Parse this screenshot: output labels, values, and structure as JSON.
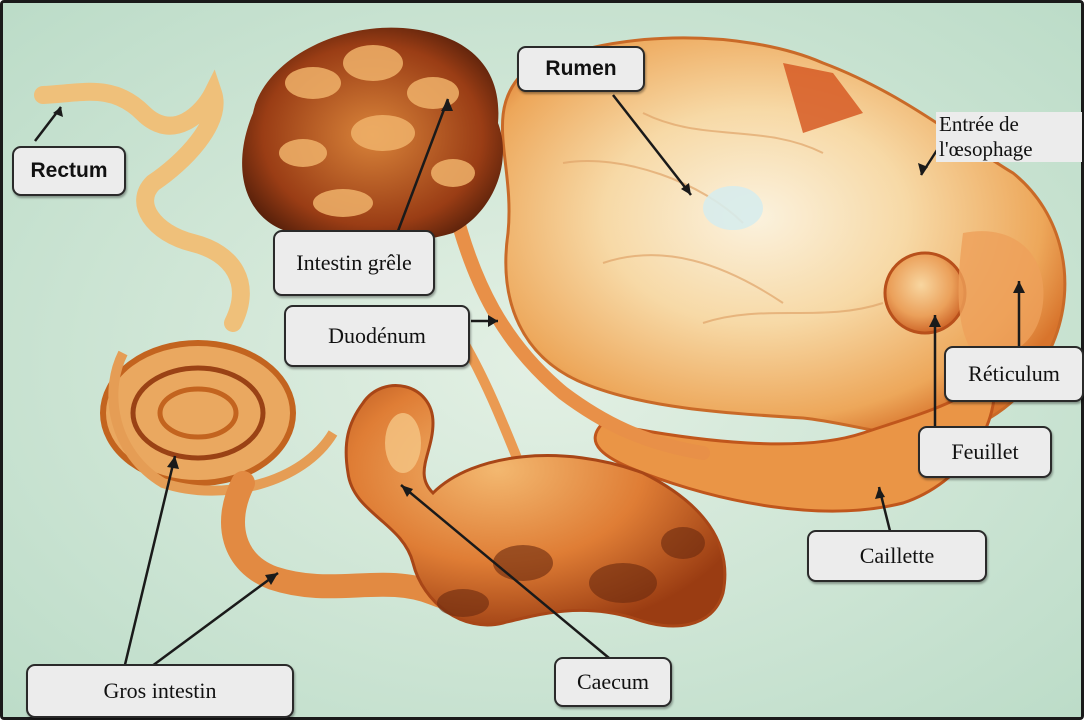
{
  "labels": {
    "rumen": "Rumen",
    "rectum": "Rectum",
    "intestin_grele": "Intestin grêle",
    "duodenum": "Duodénum",
    "entree_oesophage_line1": "Entrée de",
    "entree_oesophage_line2": "l'œsophage",
    "reticulum": "Réticulum",
    "feuillet": "Feuillet",
    "caillette": "Caillette",
    "caecum": "Caecum",
    "gros_intestin": "Gros intestin"
  },
  "colors": {
    "background": "#cfe6d6",
    "organ_light": "#f7d49a",
    "organ_mid": "#eeae57",
    "organ_dark": "#c8561c",
    "organ_shadow": "#6a2a10",
    "label_fill": "#ececec",
    "border": "#1a1a1a"
  }
}
